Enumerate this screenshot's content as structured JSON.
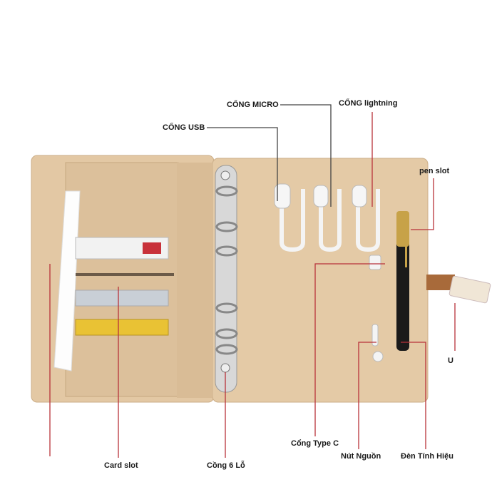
{
  "labels": {
    "usb_port": "CỔNG USB",
    "micro_port": "CỔNG MICRO",
    "lightning_port": "CỔNG lightning",
    "pen_slot": "pen slot",
    "usb_drive": "U",
    "type_c_port": "Cổng Type C",
    "power_button": "Nút Nguồn",
    "signal_light": "Đèn Tính Hiệu",
    "card_slot": "Card slot",
    "six_ring": "Cồng 6 Lỗ"
  },
  "colors": {
    "leather": "#e2c7a3",
    "cover_edge": "#c9a983",
    "leader_red": "#b8323a",
    "leader_dark": "#444444"
  }
}
